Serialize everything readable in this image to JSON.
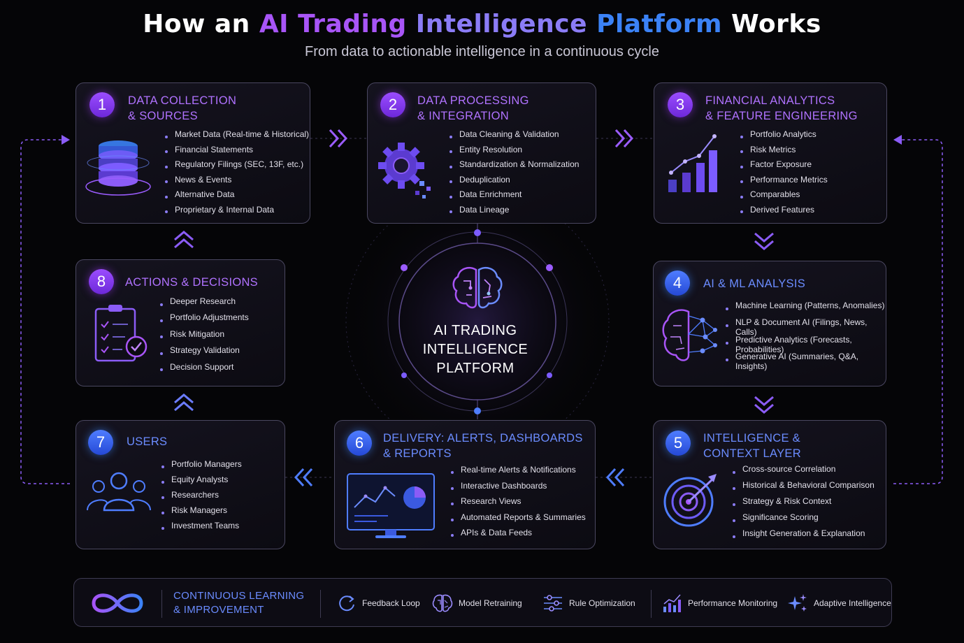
{
  "header": {
    "title_pre": "How an ",
    "title_hl1": "AI Trading",
    "title_hl2": " Intelligence",
    "title_hl3": " Platform",
    "title_post": " Works",
    "subtitle": "From data to actionable intelligence in a continuous cycle"
  },
  "center": {
    "line1": "AI TRADING",
    "line2": "INTELLIGENCE",
    "line3": "PLATFORM",
    "icon": "brain-circuit-icon"
  },
  "cards": [
    {
      "num": "1",
      "title1": "DATA COLLECTION",
      "title2": "& SOURCES",
      "icon": "database-stack-icon",
      "items": [
        "Market Data (Real-time & Historical)",
        "Financial Statements",
        "Regulatory Filings (SEC, 13F, etc.)",
        "News & Events",
        "Alternative Data",
        "Proprietary & Internal Data"
      ]
    },
    {
      "num": "2",
      "title1": "DATA PROCESSING",
      "title2": "& INTEGRATION",
      "icon": "gear-icon",
      "items": [
        "Data Cleaning & Validation",
        "Entity Resolution",
        "Standardization & Normalization",
        "Deduplication",
        "Data Enrichment",
        "Data Lineage"
      ]
    },
    {
      "num": "3",
      "title1": "FINANCIAL ANALYTICS",
      "title2": "& FEATURE ENGINEERING",
      "icon": "bar-chart-trend-icon",
      "items": [
        "Portfolio Analytics",
        "Risk Metrics",
        "Factor Exposure",
        "Performance Metrics",
        "Comparables",
        "Derived Features"
      ]
    },
    {
      "num": "4",
      "title1": "AI & ML ANALYSIS",
      "title2": "",
      "icon": "brain-network-icon",
      "items": [
        "Machine Learning (Patterns, Anomalies)",
        "NLP & Document AI (Filings, News, Calls)",
        "Predictive Analytics (Forecasts, Probabilities)",
        "Generative AI (Summaries, Q&A, Insights)"
      ]
    },
    {
      "num": "5",
      "title1": "INTELLIGENCE &",
      "title2": "CONTEXT LAYER",
      "icon": "target-icon",
      "items": [
        "Cross-source Correlation",
        "Historical & Behavioral Comparison",
        "Strategy & Risk Context",
        "Significance Scoring",
        "Insight Generation & Explanation"
      ]
    },
    {
      "num": "6",
      "title1": "DELIVERY: ALERTS, DASHBOARDS",
      "title2": "& REPORTS",
      "icon": "monitor-dashboard-icon",
      "items": [
        "Real-time Alerts & Notifications",
        "Interactive Dashboards",
        "Research Views",
        "Automated Reports & Summaries",
        "APIs & Data Feeds"
      ]
    },
    {
      "num": "7",
      "title1": "USERS",
      "title2": "",
      "icon": "users-group-icon",
      "items": [
        "Portfolio Managers",
        "Equity Analysts",
        "Researchers",
        "Risk Managers",
        "Investment Teams"
      ]
    },
    {
      "num": "8",
      "title1": "ACTIONS & DECISIONS",
      "title2": "",
      "icon": "clipboard-checklist-icon",
      "items": [
        "Deeper Research",
        "Portfolio Adjustments",
        "Risk Mitigation",
        "Strategy Validation",
        "Decision Support"
      ]
    }
  ],
  "bottom": {
    "title1": "CONTINUOUS LEARNING",
    "title2": "& IMPROVEMENT",
    "icon": "infinity-icon",
    "items": [
      {
        "label": "Feedback Loop",
        "icon": "refresh-cycle-icon"
      },
      {
        "label": "Model Retraining",
        "icon": "brain-icon"
      },
      {
        "label": "Rule Optimization",
        "icon": "sliders-icon"
      },
      {
        "label": "Performance Monitoring",
        "icon": "performance-chart-icon"
      },
      {
        "label": "Adaptive Intelligence",
        "icon": "sparkles-icon"
      }
    ]
  },
  "colors": {
    "purple": "#a855f7",
    "blue": "#3b82f6",
    "background": "#050507"
  }
}
